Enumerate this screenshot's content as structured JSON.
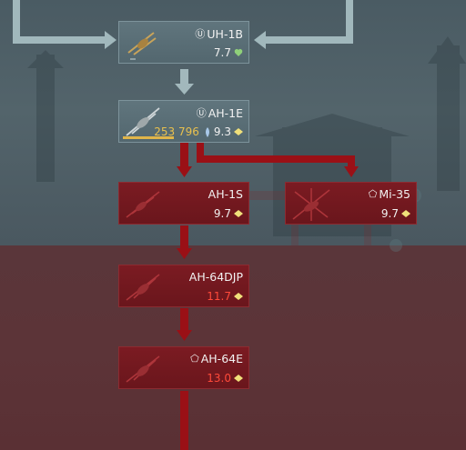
{
  "nodes": {
    "uh1b": {
      "nation_glyph": "Ⓤ",
      "name": "UH-1B",
      "br": "7.7"
    },
    "ah1e": {
      "nation_glyph": "Ⓤ",
      "name": "AH-1E",
      "cost": "253 796",
      "br": "9.3"
    },
    "ah1s": {
      "name": "AH-1S",
      "br": "9.7"
    },
    "mi35": {
      "nation_glyph": "⬠",
      "name": "Mi-35",
      "br": "9.7"
    },
    "ah64djp": {
      "name": "AH-64DJP",
      "br": "11.7"
    },
    "ah64e": {
      "nation_glyph": "⬠",
      "name": "AH-64E",
      "br": "13.0"
    }
  },
  "ah1e_progress": 0.42,
  "colors": {
    "researched_card": "#5b6f77",
    "locked_card": "#731a20",
    "researched_line": "#a9c0c4",
    "locked_line": "#9a1016",
    "br_red": "#ff4a3a",
    "br_rank_icon": "#f0e07a",
    "cost_gold": "#e8c04e",
    "spare_icon": "#8fd07a"
  }
}
